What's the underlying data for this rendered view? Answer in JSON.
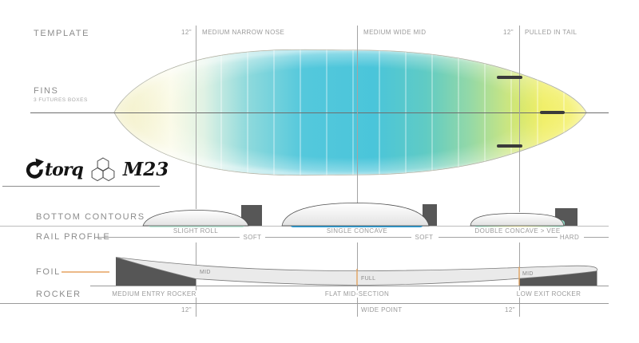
{
  "colors": {
    "accent_orange": "#e2a360",
    "board_cyan": "#4ac6da",
    "board_yellow": "#f1eb38",
    "board_cream": "#f2efc2",
    "strip_mint": "#bce7d6",
    "strip_blue": "#2b9fd8",
    "strip_teal": "#8ed7c4",
    "block_gray": "#575757",
    "foil_gray": "#eaeaea",
    "fin_black": "#3a3a3a",
    "label_gray": "#8c8c8c",
    "line_gray": "#bcbcbc"
  },
  "header": {
    "template_label": "TEMPLATE",
    "nose_offset": "12\"",
    "nose_label": "MEDIUM NARROW NOSE",
    "mid_label": "MEDIUM WIDE MID",
    "tail_offset": "12\"",
    "tail_label": "PULLED IN TAIL"
  },
  "fins": {
    "label": "FINS",
    "sublabel": "3 FUTURES BOXES"
  },
  "branding": {
    "brand": "torq",
    "model": "M23"
  },
  "contours": {
    "label": "BOTTOM CONTOURS",
    "names": [
      "SLIGHT ROLL",
      "SINGLE CONCAVE",
      "DOUBLE CONCAVE > VEE"
    ]
  },
  "rail": {
    "label": "RAIL PROFILE",
    "types": [
      "SOFT",
      "SOFT",
      "HARD"
    ]
  },
  "foil": {
    "label": "FOIL",
    "thickness": [
      "MID",
      "FULL",
      "MID"
    ]
  },
  "rocker": {
    "label": "ROCKER",
    "sections": [
      "MEDIUM ENTRY ROCKER",
      "FLAT MID-SECTION",
      "LOW EXIT ROCKER"
    ]
  },
  "footer": {
    "nose_offset": "12\"",
    "wide_point_label": "WIDE POINT",
    "tail_offset": "12\""
  }
}
